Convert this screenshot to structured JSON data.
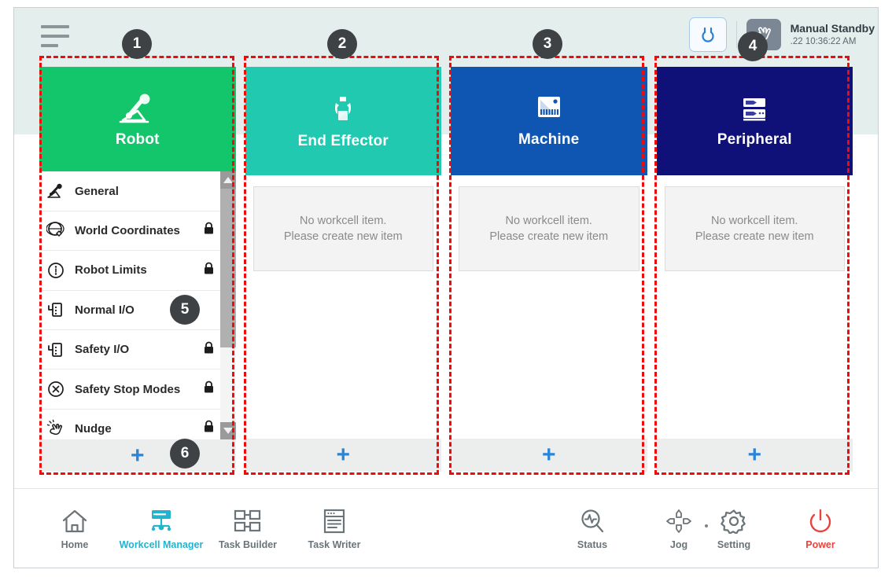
{
  "statusbar": {
    "refresh_icon": "refresh-circular-arrow-icon",
    "mode_icon": "manual-hand-icon",
    "status_title": "Manual Standby",
    "status_time": ".22 10:36:22 AM"
  },
  "menu": {
    "icon": "hamburger-menu-icon"
  },
  "columns": [
    {
      "key": "robot",
      "title": "Robot",
      "icon": "robot-arm-icon",
      "color": "#13c56b",
      "type": "list",
      "add_label": "+",
      "items": [
        {
          "label": "General",
          "icon": "robot-arm-icon",
          "locked": false
        },
        {
          "label": "World Coordinates",
          "icon": "globe-icon",
          "locked": true
        },
        {
          "label": "Robot Limits",
          "icon": "limits-circle-icon",
          "locked": true
        },
        {
          "label": "Normal I/O",
          "icon": "io-port-icon",
          "locked": false
        },
        {
          "label": "Safety I/O",
          "icon": "io-port-icon",
          "locked": true
        },
        {
          "label": "Safety Stop Modes",
          "icon": "stop-circle-icon",
          "locked": true
        },
        {
          "label": "Nudge",
          "icon": "hand-nudge-icon",
          "locked": true
        }
      ]
    },
    {
      "key": "end-effector",
      "title": "End Effector",
      "icon": "gripper-icon",
      "color": "#20c9b0",
      "type": "empty",
      "add_label": "+",
      "empty_line1": "No workcell item.",
      "empty_line2": "Please create new item"
    },
    {
      "key": "machine",
      "title": "Machine",
      "icon": "machine-icon",
      "color": "#0f56b3",
      "type": "empty",
      "add_label": "+",
      "empty_line1": "No workcell item.",
      "empty_line2": "Please create new item"
    },
    {
      "key": "peripheral",
      "title": "Peripheral",
      "icon": "server-stack-icon",
      "color": "#0f1078",
      "type": "empty",
      "add_label": "+",
      "empty_line1": "No workcell item.",
      "empty_line2": "Please create new item"
    }
  ],
  "bottomnav": {
    "left": [
      {
        "label": "Home",
        "icon": "home-icon",
        "active": false
      },
      {
        "label": "Workcell Manager",
        "icon": "workcell-manager-icon",
        "active": true
      },
      {
        "label": "Task Builder",
        "icon": "task-builder-icon",
        "active": false
      },
      {
        "label": "Task Writer",
        "icon": "task-writer-icon",
        "active": false
      }
    ],
    "right": [
      {
        "label": "Status",
        "icon": "status-magnifier-icon",
        "active": false
      },
      {
        "label": "Jog",
        "icon": "jog-dpad-icon",
        "active": false
      },
      {
        "label": "Setting",
        "icon": "gear-icon",
        "active": false
      },
      {
        "label": "Power",
        "icon": "power-icon",
        "active": false
      }
    ]
  },
  "annotations": [
    {
      "number": "1"
    },
    {
      "number": "2"
    },
    {
      "number": "3"
    },
    {
      "number": "4"
    },
    {
      "number": "5"
    },
    {
      "number": "6"
    }
  ]
}
